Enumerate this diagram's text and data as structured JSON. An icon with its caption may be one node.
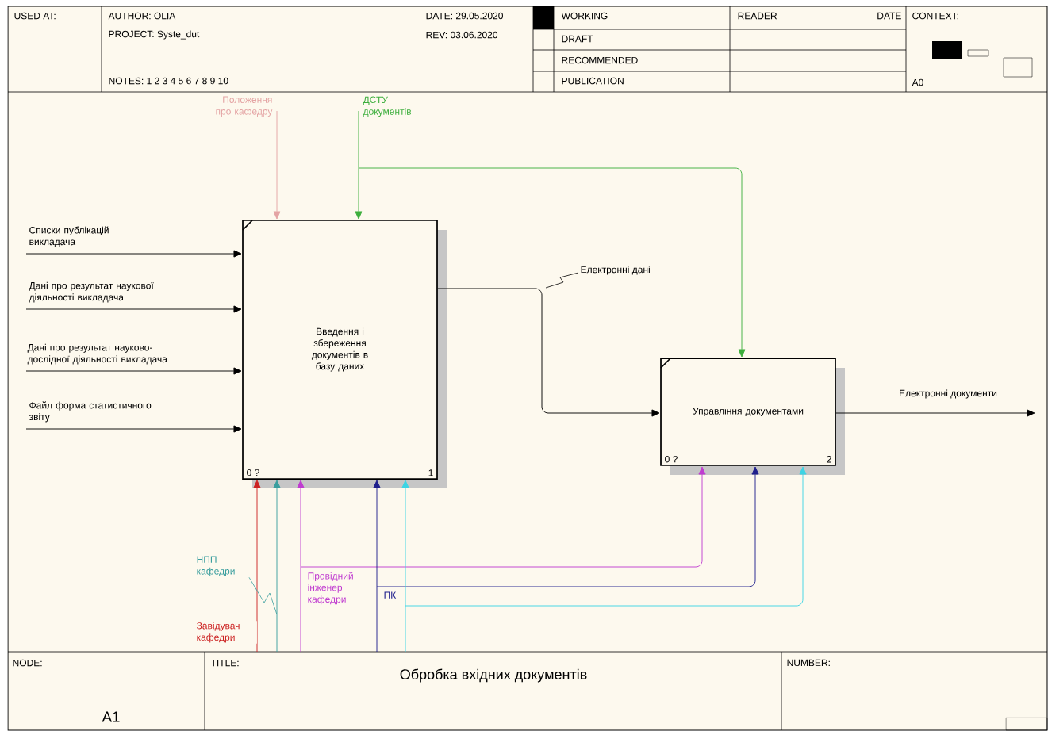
{
  "diagram": {
    "title": "Обробка вхідних документів",
    "nodes": [
      {
        "text": [
          "Введення і збереження документів в базу даних",
          "0 ?",
          "1"
        ]
      },
      {
        "text": [
          "Управління документами",
          "0 ?",
          "2"
        ]
      }
    ],
    "edges": [
      {
        "from": null,
        "to": 0,
        "arrow": "to",
        "label": "Списки публікацій викладача"
      },
      {
        "from": null,
        "to": 0,
        "arrow": "to",
        "label": "Дані про результат наукової діяльності викладача"
      },
      {
        "from": null,
        "to": 0,
        "arrow": "to",
        "label": "Дані про результат науково-дослідної діяльності викладача"
      },
      {
        "from": null,
        "to": 0,
        "arrow": "to",
        "label": "Файл форма статистичного звіту"
      },
      {
        "from": null,
        "to": 0,
        "arrow": "to",
        "label": "Положення про кафедру",
        "color": "#e4a4a4"
      },
      {
        "from": null,
        "to": 0,
        "arrow": "to",
        "label": "ДСТУ документів",
        "color": "#3cae3c"
      },
      {
        "from": null,
        "to": 1,
        "arrow": "to",
        "color": "#3cae3c"
      },
      {
        "from": 0,
        "to": 1,
        "arrow": "to",
        "label": "Електронні дані"
      },
      {
        "from": 1,
        "to": null,
        "arrow": "to",
        "label": "Електронні документи"
      },
      {
        "from": null,
        "to": 0,
        "arrow": "to",
        "label": "Завідувач кафедри",
        "color": "#cc2222"
      },
      {
        "from": null,
        "to": 0,
        "arrow": "to",
        "label": "НПП кафедри",
        "color": "#3a9e9e"
      },
      {
        "from": null,
        "to": 0,
        "arrow": "to",
        "label": "Провідний інженер кафедри",
        "color": "#c03cd0"
      },
      {
        "from": null,
        "to": 1,
        "arrow": "to",
        "color": "#c03cd0"
      },
      {
        "from": null,
        "to": 0,
        "arrow": "to",
        "label": "ПК",
        "color": "#1e1e8c"
      },
      {
        "from": null,
        "to": 1,
        "arrow": "to",
        "color": "#1e1e8c"
      },
      {
        "from": null,
        "to": 0,
        "arrow": "to",
        "color": "#3cd4e4"
      },
      {
        "from": null,
        "to": 1,
        "arrow": "to",
        "color": "#3cd4e4"
      }
    ],
    "labels": [
      "USED AT:",
      "AUTHOR: OLIA",
      "DATE: 29.05.2020",
      "WORKING",
      "READER",
      "DATE",
      "CONTEXT:",
      "PROJECT: Syste_dut",
      "REV: 03.06.2020",
      "DRAFT",
      "RECOMMENDED",
      "NOTES: 1 2 3 4 5 6 7 8 9 10",
      "PUBLICATION",
      "A0",
      "NODE:",
      "TITLE:",
      "NUMBER:",
      "A1"
    ]
  }
}
